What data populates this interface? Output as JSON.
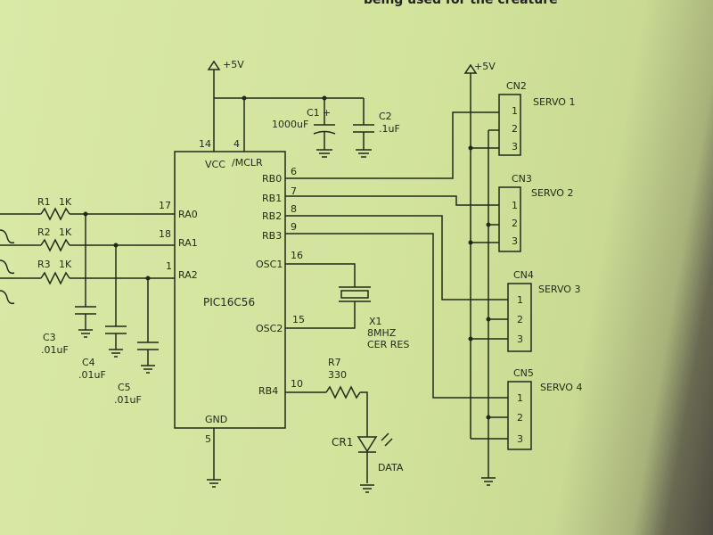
{
  "header_text": "being used for the creature",
  "supply": {
    "vcc_left": "+5V",
    "vcc_right": "+5V"
  },
  "ic": {
    "name": "PIC16C56",
    "pins": {
      "vcc": {
        "num": "14",
        "label": "VCC"
      },
      "mclr": {
        "num": "4",
        "label": "/MCLR"
      },
      "ra0": {
        "num": "17",
        "label": "RA0"
      },
      "ra1": {
        "num": "18",
        "label": "RA1"
      },
      "ra2": {
        "num": "1",
        "label": "RA2"
      },
      "rb0": {
        "num": "6",
        "label": "RB0"
      },
      "rb1": {
        "num": "7",
        "label": "RB1"
      },
      "rb2": {
        "num": "8",
        "label": "RB2"
      },
      "rb3": {
        "num": "9",
        "label": "RB3"
      },
      "osc1": {
        "num": "16",
        "label": "OSC1"
      },
      "osc2": {
        "num": "15",
        "label": "OSC2"
      },
      "rb4": {
        "num": "10",
        "label": "RB4"
      },
      "gnd": {
        "num": "5",
        "label": "GND"
      }
    }
  },
  "resistors": [
    {
      "ref": "R1",
      "value": "1K"
    },
    {
      "ref": "R2",
      "value": "1K"
    },
    {
      "ref": "R3",
      "value": "1K"
    }
  ],
  "caps_in": [
    {
      "ref": "C3",
      "value": ".01uF"
    },
    {
      "ref": "C4",
      "value": ".01uF"
    },
    {
      "ref": "C5",
      "value": ".01uF"
    }
  ],
  "c1": {
    "ref": "C1",
    "value": "1000uF",
    "polarity": "+"
  },
  "c2": {
    "ref": "C2",
    "value": ".1uF"
  },
  "crystal": {
    "ref": "X1",
    "freq": "8MHZ",
    "type": "CER RES"
  },
  "r7": {
    "ref": "R7",
    "value": "330"
  },
  "led": {
    "ref": "CR1",
    "label": "DATA"
  },
  "connectors": [
    {
      "ref": "CN2",
      "label": "SERVO 1",
      "pins": [
        "1",
        "2",
        "3"
      ]
    },
    {
      "ref": "CN3",
      "label": "SERVO 2",
      "pins": [
        "1",
        "2",
        "3"
      ]
    },
    {
      "ref": "CN4",
      "label": "SERVO 3",
      "pins": [
        "1",
        "2",
        "3"
      ]
    },
    {
      "ref": "CN5",
      "label": "SERVO 4",
      "pins": [
        "1",
        "2",
        "3"
      ]
    }
  ]
}
